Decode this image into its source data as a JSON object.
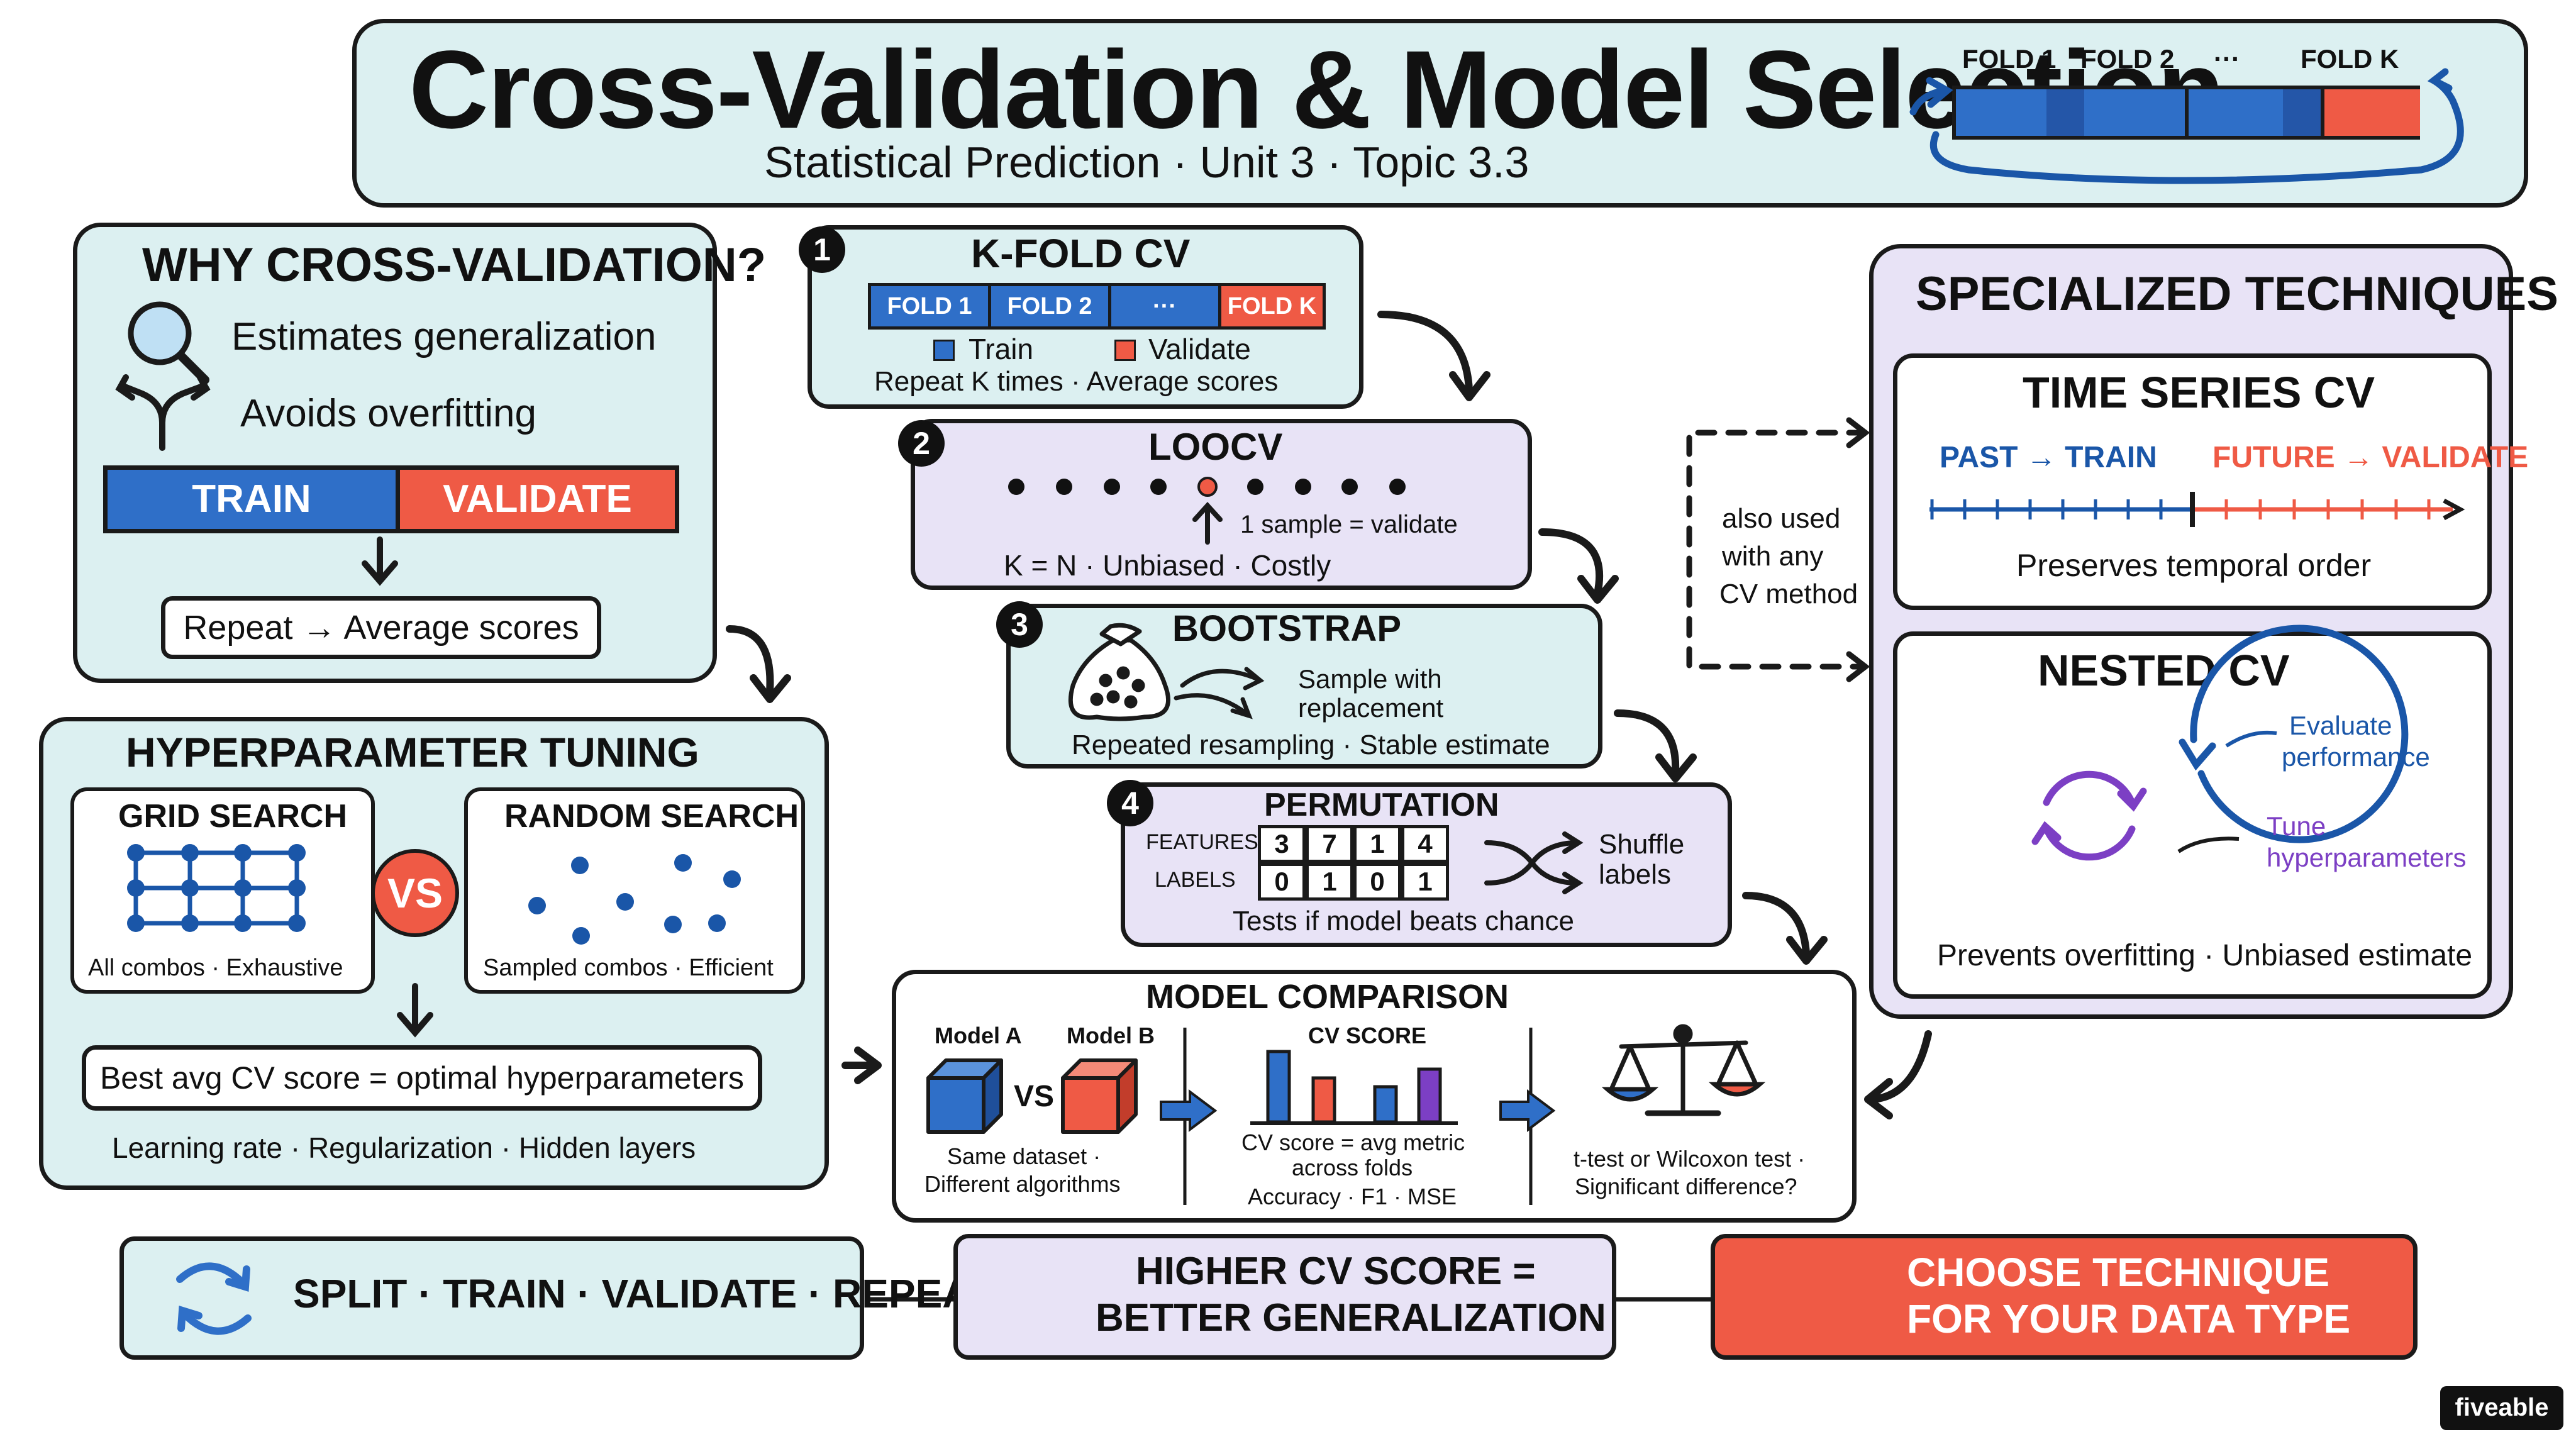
{
  "header": {
    "title": "Cross-Validation & Model Selection",
    "subtitle": "Statistical Prediction · Unit 3 · Topic 3.3",
    "fold_labels": [
      "FOLD 1",
      "FOLD 2",
      "···",
      "FOLD K"
    ]
  },
  "why": {
    "title": "WHY CROSS-VALIDATION?",
    "item1": "Estimates generalization",
    "item2": "Avoids overfitting",
    "train": "TRAIN",
    "validate": "VALIDATE",
    "repeat": "Repeat → Average scores"
  },
  "kfold": {
    "num": "1",
    "title": "K-FOLD CV",
    "folds": [
      "FOLD 1",
      "FOLD 2",
      "···",
      "FOLD K"
    ],
    "legend_train": "Train",
    "legend_validate": "Validate",
    "caption": "Repeat K times · Average scores"
  },
  "loocv": {
    "num": "2",
    "title": "LOOCV",
    "note": "1 sample = validate",
    "caption": "K = N · Unbiased · Costly"
  },
  "bootstrap": {
    "num": "3",
    "title": "BOOTSTRAP",
    "note_line1": "Sample with",
    "note_line2": "replacement",
    "caption": "Repeated resampling · Stable estimate"
  },
  "permutation": {
    "num": "4",
    "title": "PERMUTATION",
    "features_label": "FEATURES",
    "labels_label": "LABELS",
    "features": [
      "3",
      "7",
      "1",
      "4"
    ],
    "labels": [
      "0",
      "1",
      "0",
      "1"
    ],
    "shuffle_line1": "Shuffle",
    "shuffle_line2": "labels",
    "caption": "Tests if model beats chance"
  },
  "also_used": {
    "line1": "also used",
    "line2": "with any",
    "line3": "CV method"
  },
  "specialized": {
    "title": "SPECIALIZED TECHNIQUES",
    "ts_title": "TIME SERIES CV",
    "ts_past": "PAST → TRAIN",
    "ts_future": "FUTURE → VALIDATE",
    "ts_caption": "Preserves temporal order",
    "nested_title": "NESTED CV",
    "nested_outer_line1": "Evaluate",
    "nested_outer_line2": "performance",
    "nested_inner_line1": "Tune",
    "nested_inner_line2": "hyperparameters",
    "nested_caption": "Prevents overfitting · Unbiased estimate"
  },
  "tuning": {
    "title": "HYPERPARAMETER TUNING",
    "grid_title": "GRID SEARCH",
    "grid_caption": "All combos · Exhaustive",
    "vs": "VS",
    "random_title": "RANDOM SEARCH",
    "random_caption": "Sampled combos · Efficient",
    "best": "Best avg CV score = optimal hyperparameters",
    "params": "Learning rate · Regularization · Hidden layers"
  },
  "comparison": {
    "title": "MODEL COMPARISON",
    "model_a": "Model A",
    "model_b": "Model B",
    "vs": "VS",
    "models_caption_line1": "Same dataset ·",
    "models_caption_line2": "Different algorithms",
    "cv_title": "CV SCORE",
    "cv_caption_line1": "CV score = avg metric",
    "cv_caption_line2": "across folds",
    "cv_caption_line3": "Accuracy · F1 · MSE",
    "test_caption_line1": "t-test or Wilcoxon test ·",
    "test_caption_line2": "Significant difference?"
  },
  "footer": {
    "loop": "SPLIT · TRAIN · VALIDATE · REPEAT",
    "higher_line1": "HIGHER CV SCORE =",
    "higher_line2": "BETTER GENERALIZATION",
    "choose_line1": "CHOOSE TECHNIQUE",
    "choose_line2": "FOR YOUR DATA TYPE"
  },
  "brand": "fiveable",
  "colors": {
    "blue": "#2f6fc8",
    "red": "#ef5a45",
    "purple": "#7c3fc4",
    "teal_bg": "#dcf0f1",
    "lavender_bg": "#e8e3f6"
  }
}
